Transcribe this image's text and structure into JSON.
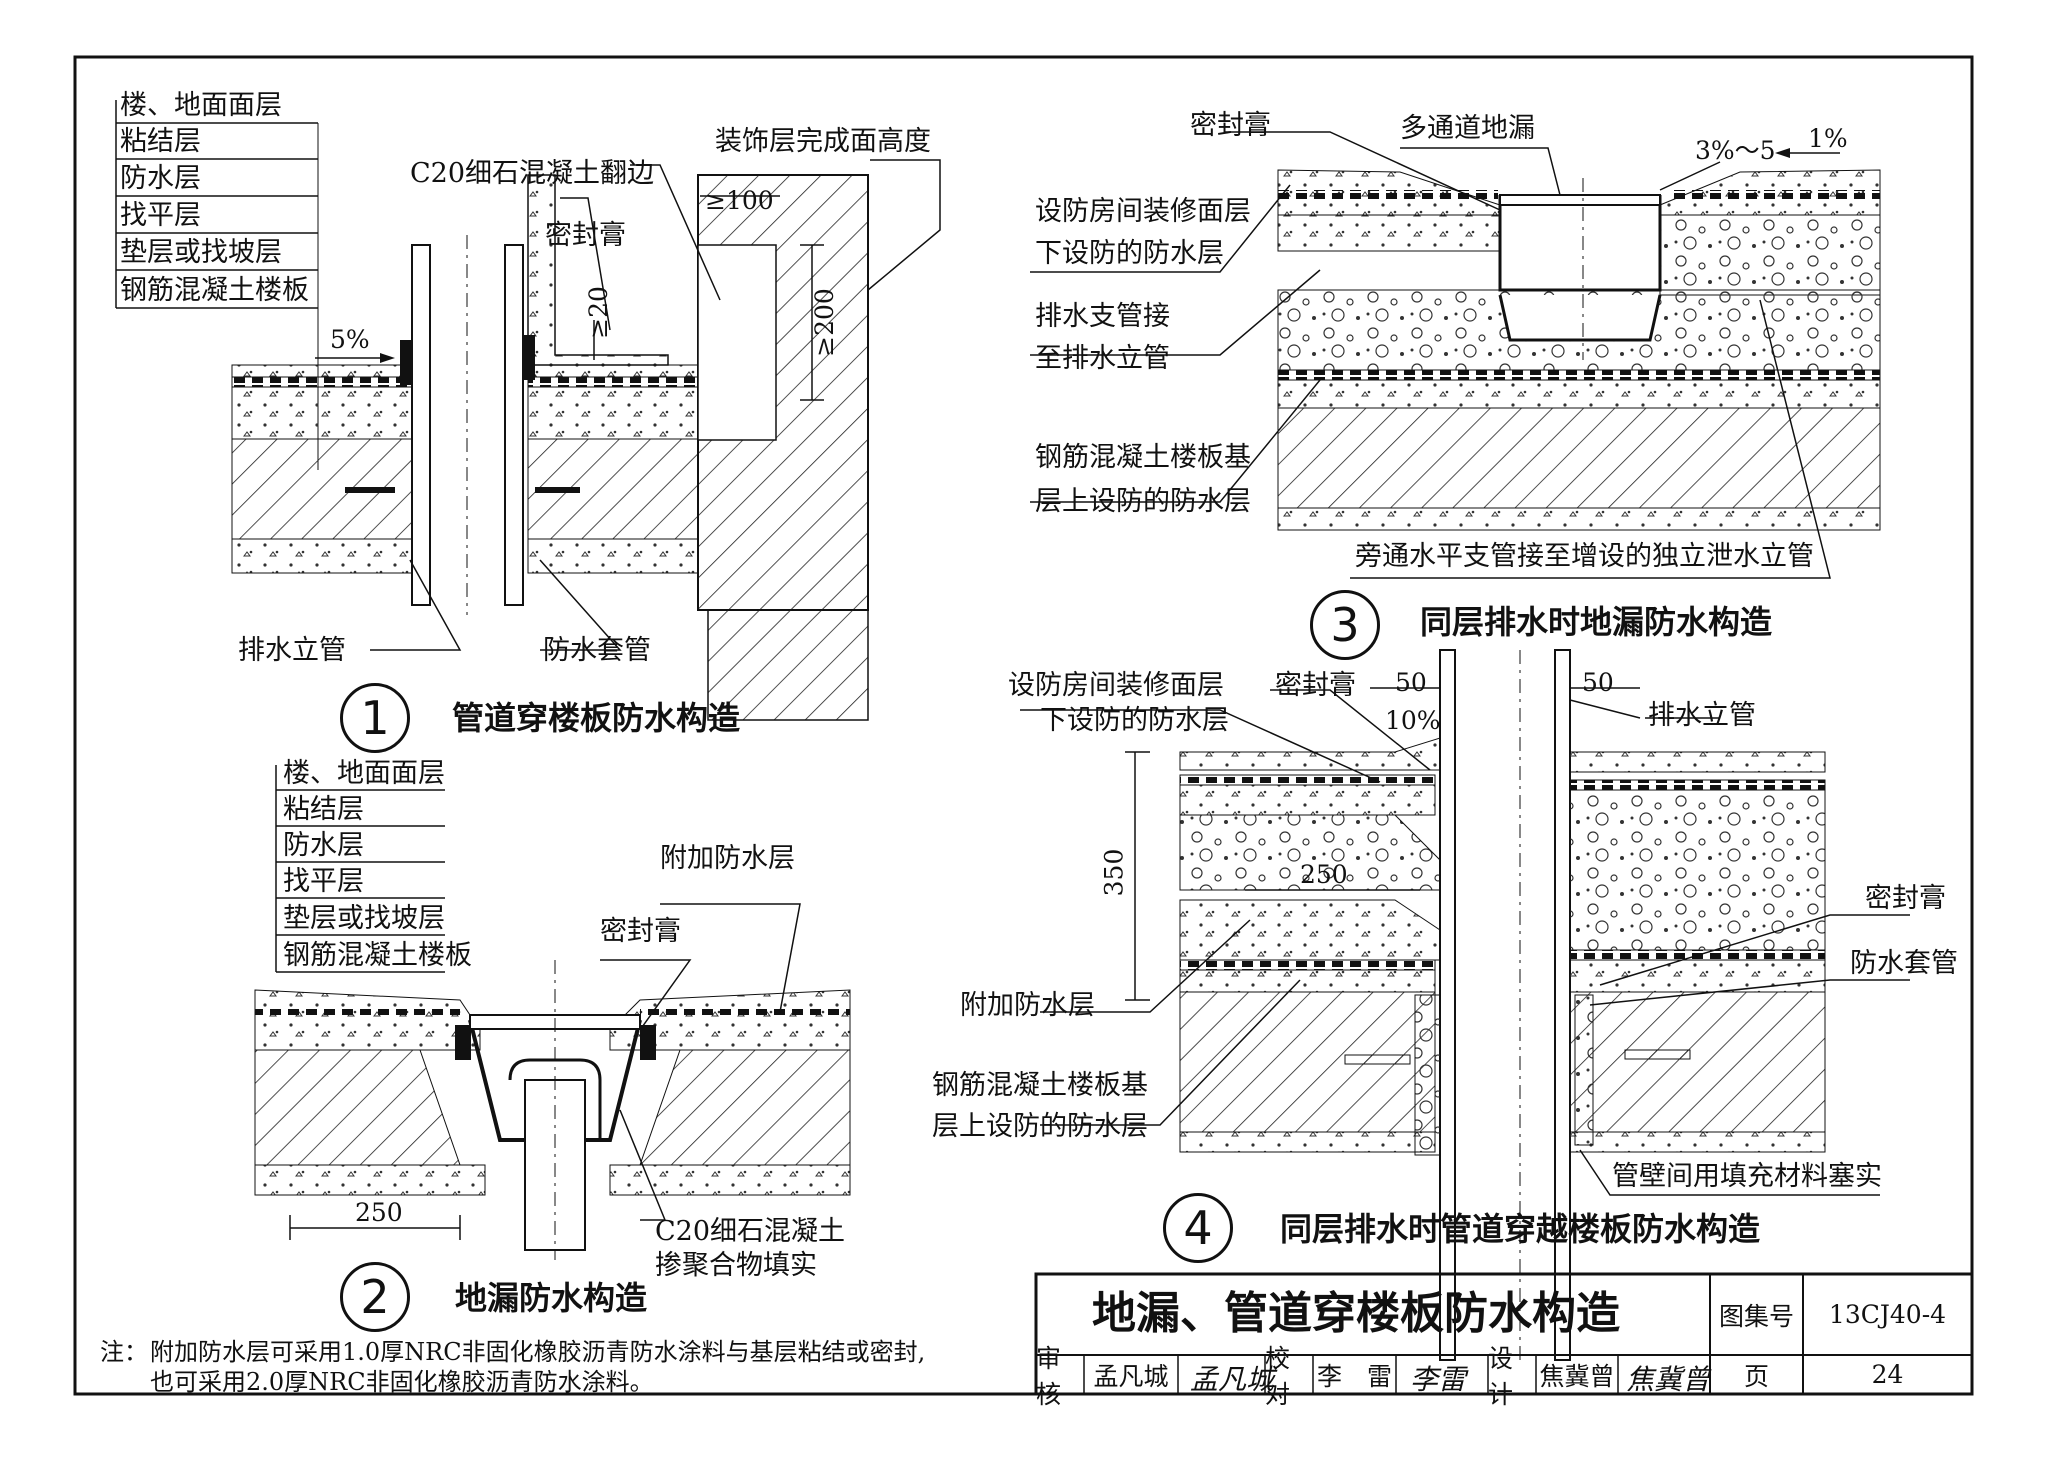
{
  "drawing": {
    "detail1": {
      "layers": [
        "楼、地面面层",
        "粘结层",
        "防水层",
        "找平层",
        "垫层或找坡层",
        "钢筋混凝土楼板"
      ],
      "labels": {
        "c20_edge": "C20细石混凝土翻边",
        "finish_height": "装饰层完成面高度",
        "sealant": "密封膏",
        "dim_100": "≥100",
        "dim_20": "≥20",
        "dim_200": "≥200",
        "slope": "5%",
        "drain_pipe": "排水立管",
        "sleeve": "防水套管"
      },
      "number": "1",
      "title": "管道穿楼板防水构造"
    },
    "detail2": {
      "layers": [
        "楼、地面面层",
        "粘结层",
        "防水层",
        "找平层",
        "垫层或找坡层",
        "钢筋混凝土楼板"
      ],
      "labels": {
        "extra_layer": "附加防水层",
        "sealant": "密封膏",
        "dim_250": "250",
        "fill_1": "C20细石混凝土",
        "fill_2": "掺聚合物填实"
      },
      "number": "2",
      "title": "地漏防水构造"
    },
    "detail3": {
      "labels": {
        "sealant": "密封膏",
        "multi_drain": "多通道地漏",
        "slope": "3%～5",
        "slope2": "1%",
        "room_layer_1": "设防房间装修面层",
        "room_layer_2": "下设防的防水层",
        "branch_1": "排水支管接",
        "branch_2": "至排水立管",
        "slab_1": "钢筋混凝土楼板基",
        "slab_2": "层上设防的防水层",
        "bypass": "旁通水平支管接至增设的独立泄水立管"
      },
      "number": "3",
      "title": "同层排水时地漏防水构造"
    },
    "detail4": {
      "labels": {
        "room_layer_1": "设防房间装修面层",
        "room_layer_2": "下设防的防水层",
        "sealant_top": "密封膏",
        "dim_50a": "50",
        "dim_50b": "50",
        "slope": "10%",
        "drain_pipe": "排水立管",
        "dim_350": "350",
        "dim_250": "250",
        "sealant": "密封膏",
        "sleeve": "防水套管",
        "extra_layer": "附加防水层",
        "slab_1": "钢筋混凝土楼板基",
        "slab_2": "层上设防的防水层",
        "filler": "管壁间用填充材料塞实"
      },
      "number": "4",
      "title": "同层排水时管道穿越楼板防水构造"
    },
    "note": {
      "prefix": "注：",
      "line1": "附加防水层可采用1.0厚NRC非固化橡胶沥青防水涂料与基层粘结或密封,",
      "line2": "也可采用2.0厚NRC非固化橡胶沥青防水涂料。"
    },
    "title_block": {
      "title": "地漏、管道穿楼板防水构造",
      "atlas_label": "图集号",
      "atlas_no": "13CJ40-4",
      "review_label": "审核",
      "reviewer": "孟凡城",
      "reviewer_sig": "孟凡城",
      "check_label": "校对",
      "checker": "李　雷",
      "checker_sig": "李雷",
      "design_label": "设计",
      "designer": "焦冀曾",
      "designer_sig": "焦冀曾",
      "page_label": "页",
      "page_no": "24"
    }
  }
}
